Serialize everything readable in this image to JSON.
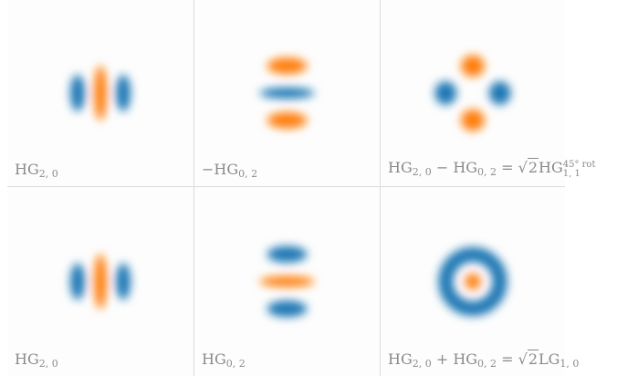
{
  "palette": {
    "positive": "#ff7f0e",
    "negative": "#1f77b4",
    "background": "#fdfdfd",
    "divider": "#dcdcdc",
    "label": "#8a8a8a"
  },
  "panels": [
    {
      "id": "hg20-top",
      "mode": "hg20",
      "label": {
        "a": "HG",
        "a_sub": "2, 0"
      }
    },
    {
      "id": "minus-hg02",
      "mode": "neg-hg02",
      "label": {
        "prefix": "−HG",
        "prefix_sub": "0, 2"
      }
    },
    {
      "id": "difference",
      "mode": "diff",
      "label": {
        "a": "HG",
        "a_sub": "2, 0",
        "op": " − ",
        "b": "HG",
        "b_sub": "0, 2",
        "eq": " = ",
        "radicand": "2",
        "c": "HG",
        "c_sup": "45° rot",
        "c_sub": "1, 1"
      }
    },
    {
      "id": "hg20-bottom",
      "mode": "hg20",
      "label": {
        "a": "HG",
        "a_sub": "2, 0"
      }
    },
    {
      "id": "hg02",
      "mode": "hg02",
      "label": {
        "a": "HG",
        "a_sub": "0, 2"
      }
    },
    {
      "id": "sum",
      "mode": "sum",
      "label": {
        "a": "HG",
        "a_sub": "2, 0",
        "op": " + ",
        "b": "HG",
        "b_sub": "0, 2",
        "eq": " = ",
        "radicand": "2",
        "c": "LG",
        "c_sub": "1, 0"
      }
    }
  ]
}
